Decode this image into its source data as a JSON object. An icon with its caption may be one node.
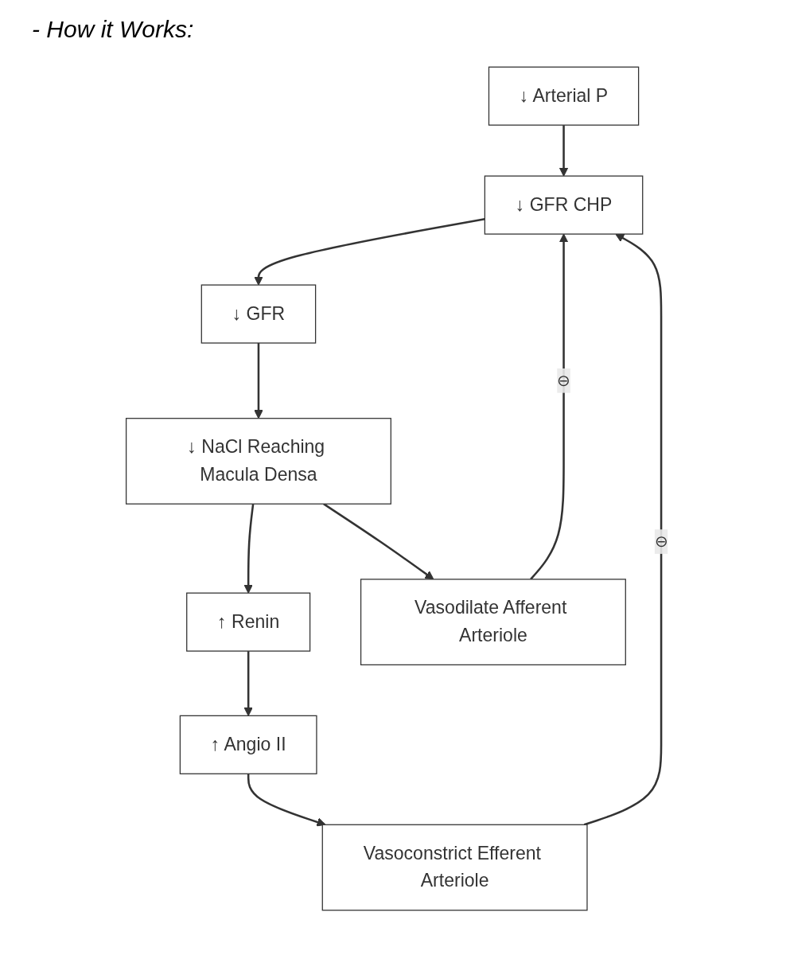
{
  "diagram": {
    "title": "- How it Works:",
    "nodes": [
      {
        "text": [
          "↓ Arterial P"
        ]
      },
      {
        "text": [
          "↓ GFR CHP"
        ]
      },
      {
        "text": [
          "↓ GFR"
        ]
      },
      {
        "text": [
          "↓ NaCl Reaching Macula Densa"
        ]
      },
      {
        "text": [
          "↑ Renin"
        ]
      },
      {
        "text": [
          "↑ Angio II"
        ]
      },
      {
        "text": [
          "Vasoconstrict Efferent Arteriole"
        ]
      },
      {
        "text": [
          "Vasodilate Afferent Arteriole"
        ]
      }
    ],
    "edges": [
      {
        "from": 0,
        "to": 1,
        "arrow": "to"
      },
      {
        "from": 1,
        "to": 2,
        "arrow": "to"
      },
      {
        "from": 2,
        "to": 3,
        "arrow": "to"
      },
      {
        "from": 3,
        "to": 4,
        "arrow": "to"
      },
      {
        "from": 4,
        "to": 5,
        "arrow": "to"
      },
      {
        "from": 5,
        "to": 6,
        "arrow": "to"
      },
      {
        "from": 3,
        "to": 7,
        "arrow": "to"
      },
      {
        "from": 6,
        "to": 1,
        "arrow": "to",
        "label": "⊖"
      },
      {
        "from": 7,
        "to": 1,
        "arrow": "to",
        "label": "⊖"
      }
    ]
  }
}
